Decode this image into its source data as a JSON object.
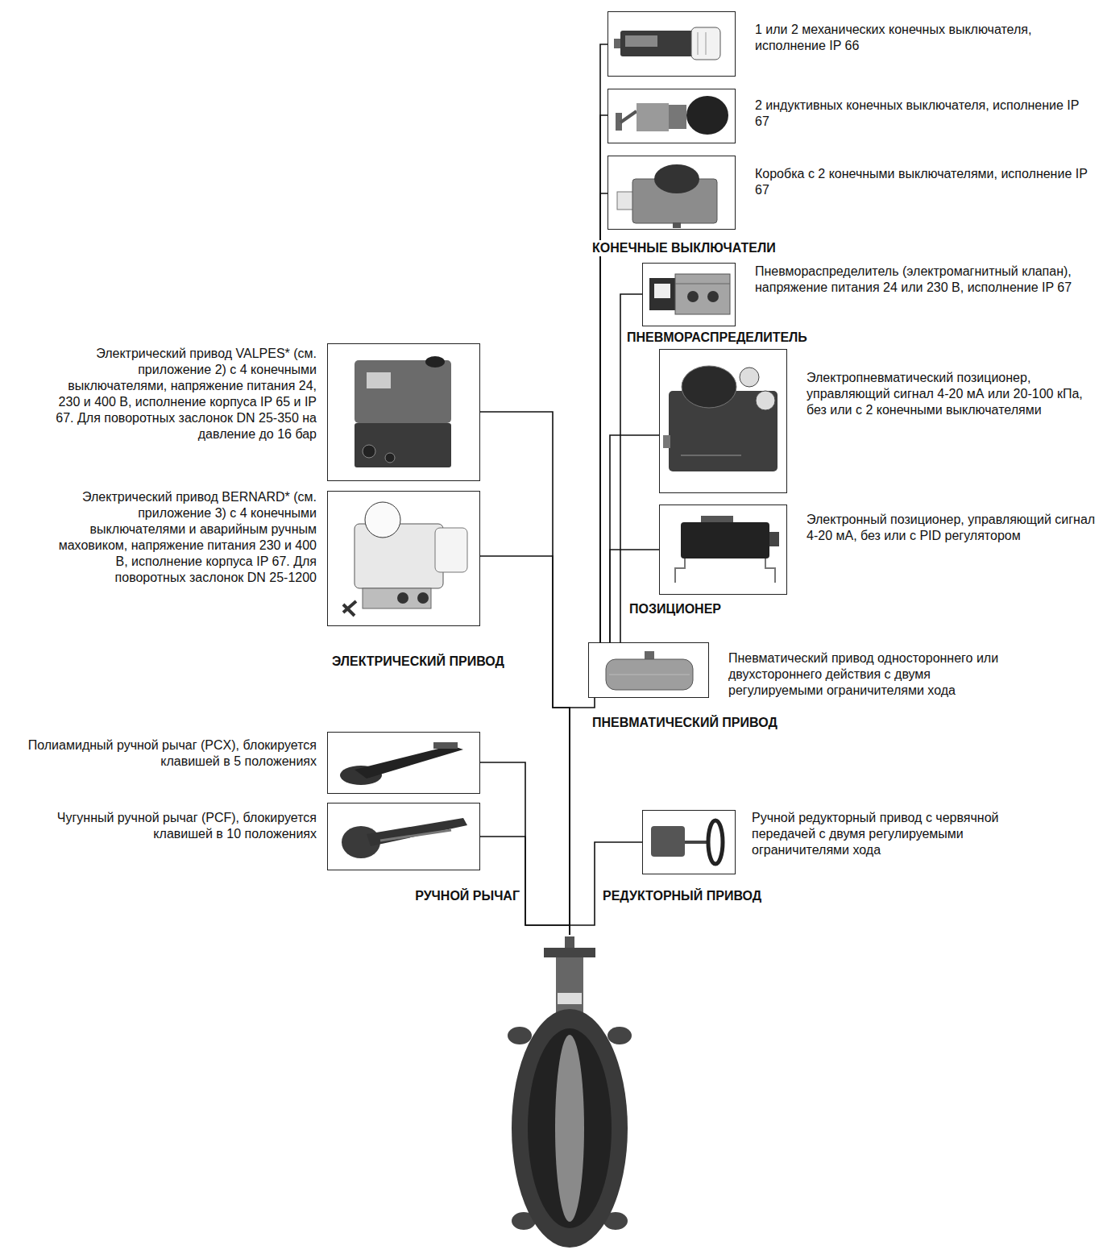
{
  "diagram": {
    "nodes": [
      {
        "text": [
          "1 или 2 механических конечных выключателя, исполнение IP 66"
        ]
      },
      {
        "text": [
          "2 индуктивных конечных выключателя, исполнение IP 67"
        ]
      },
      {
        "text": [
          "Коробка с 2 конечными выключателями, исполнение IP 67"
        ]
      },
      {
        "text": [
          "Пневмораспределитель (электромагнитный клапан), напряжение питания 24 или 230 В, исполнение IP 67"
        ]
      },
      {
        "text": [
          "Электрический привод VALPES* (см. приложение 2) с 4 конечными выключателями, напряжение питания 24, 230 и 400 В, исполнение корпуса IP 65 и IP 67. Для поворотных заслонок DN 25-350 на давление до 16 бар"
        ]
      },
      {
        "text": [
          "Электропневматический позиционер, управляющий сигнал 4-20 мА или 20-100 кПа, без или с 2 конечными выключателями"
        ]
      },
      {
        "text": [
          "Электрический привод BERNARD* (см. приложение 3) с 4 конечными выключателями и аварийным ручным маховиком, напряжение питания 230 и 400 В, исполнение корпуса IP 67. Для поворотных заслонок DN 25-1200"
        ]
      },
      {
        "text": [
          "Электронный позиционер, управляющий сигнал 4-20 мА, без или с PID регулятором"
        ]
      },
      {
        "text": [
          "Пневматический привод одностороннего или двухстороннего действия с двумя регулируемыми ограничителями хода"
        ]
      },
      {
        "text": [
          "Полиамидный ручной рычаг (PCX), блокируется клавишей в 5 положениях"
        ]
      },
      {
        "text": [
          "Чугунный ручной рычаг (PCF), блокируется клавишей в 10 положениях"
        ]
      },
      {
        "text": [
          "Ручной редукторный привод с червячной передачей с двумя регулируемыми ограничителями хода"
        ]
      },
      {
        "text": []
      }
    ],
    "edges": [
      {
        "from": 8,
        "to": 0,
        "arrow": "none"
      },
      {
        "from": 8,
        "to": 1,
        "arrow": "none"
      },
      {
        "from": 8,
        "to": 2,
        "arrow": "none"
      },
      {
        "from": 8,
        "to": 3,
        "arrow": "none"
      },
      {
        "from": 8,
        "to": 5,
        "arrow": "none"
      },
      {
        "from": 8,
        "to": 7,
        "arrow": "none"
      },
      {
        "from": 12,
        "to": 4,
        "arrow": "none"
      },
      {
        "from": 12,
        "to": 6,
        "arrow": "none"
      },
      {
        "from": 12,
        "to": 8,
        "arrow": "none"
      },
      {
        "from": 12,
        "to": 9,
        "arrow": "none"
      },
      {
        "from": 12,
        "to": 10,
        "arrow": "none"
      },
      {
        "from": 12,
        "to": 11,
        "arrow": "none"
      }
    ],
    "labels": [
      "КОНЕЧНЫЕ ВЫКЛЮЧАТЕЛИ",
      "ПНЕВМОРАСПРЕДЕЛИТЕЛЬ",
      "ПОЗИЦИОНЕР",
      "ЭЛЕКТРИЧЕСКИЙ ПРИВОД",
      "ПНЕВМАТИЧЕСКИЙ ПРИВОД",
      "РУЧНОЙ РЫЧАГ",
      "РЕДУКТОРНЫЙ ПРИВОД"
    ]
  }
}
